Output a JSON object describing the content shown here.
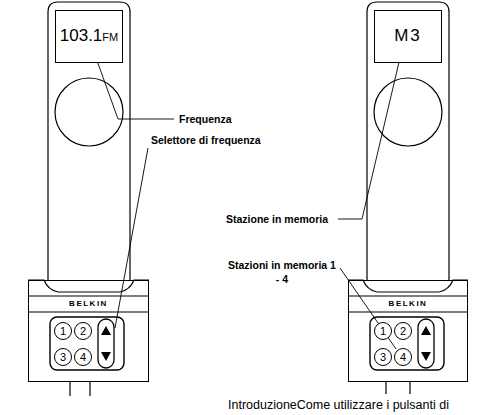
{
  "diagram": {
    "nodes": [
      {
        "text": [
          "103.1",
          "FM"
        ]
      },
      {
        "text": [
          "BELKIN"
        ]
      },
      {
        "text": [
          "1"
        ],
        "in": 1
      },
      {
        "text": [
          "2"
        ],
        "in": 1
      },
      {
        "text": [
          "3"
        ],
        "in": 1
      },
      {
        "text": [
          "4"
        ],
        "in": 1
      },
      {
        "text": [
          "M3"
        ]
      },
      {
        "text": [
          "BELKIN"
        ]
      },
      {
        "text": [
          "1"
        ],
        "in": 7
      },
      {
        "text": [
          "2"
        ],
        "in": 7
      },
      {
        "text": [
          "3"
        ],
        "in": 7
      },
      {
        "text": [
          "4"
        ],
        "in": 7
      }
    ],
    "labels": [
      "Frequenza",
      "Selettore di frequenza",
      "Stazione in memoria",
      "Stazioni in memoria 1 - 4",
      "IntroduzioneCome utilizzare i pulsanti di"
    ]
  }
}
